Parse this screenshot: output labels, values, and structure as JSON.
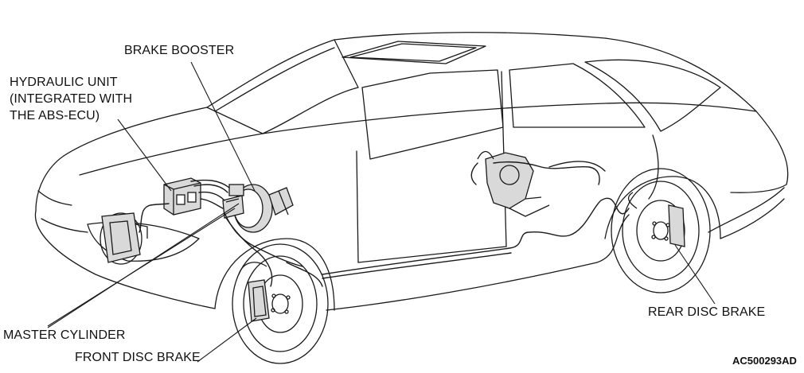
{
  "diagram": {
    "labels": {
      "brake_booster": "BRAKE BOOSTER",
      "hydraulic_unit": "HYDRAULIC UNIT\n(INTEGRATED WITH\nTHE ABS-ECU)",
      "master_cylinder": "MASTER CYLINDER",
      "front_disc_brake": "FRONT DISC BRAKE",
      "rear_disc_brake": "REAR DISC BRAKE"
    },
    "figure_id": "AC500293AD",
    "colors": {
      "line": "#1a1a1a",
      "background": "#ffffff",
      "component_fill": "#d9d9d9"
    }
  }
}
